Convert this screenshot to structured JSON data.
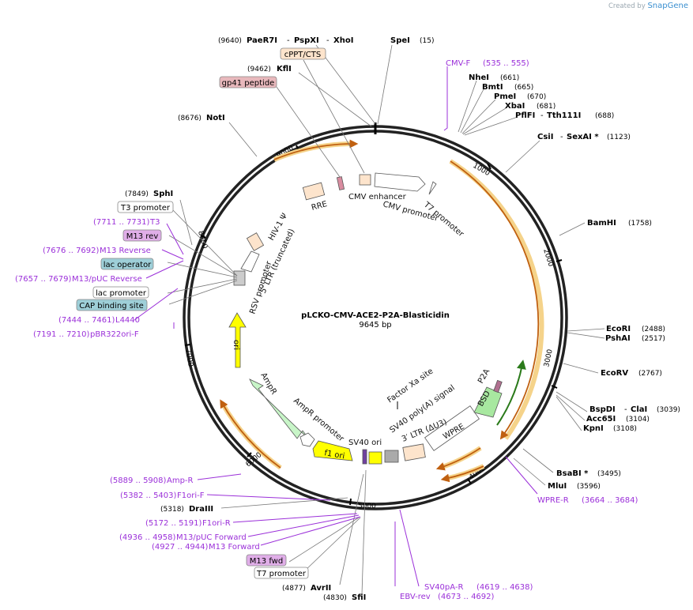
{
  "credit": {
    "prefix": "Created by",
    "brand": "SnapGene"
  },
  "plasmid": {
    "name": "pLCKO-CMV-ACE2-P2A-Blasticidin",
    "size": "9645 bp"
  },
  "ticks": [
    "1000",
    "2000",
    "3000",
    "4000",
    "5000",
    "6000",
    "7000",
    "8000",
    "9000"
  ],
  "sites": {
    "paer7i": "PaeR7I",
    "pspxi": "PspXI",
    "xhoi": "XhoI",
    "coord_9640": "(9640)",
    "spei": "SpeI",
    "coord_15": "(15)",
    "kfli": "KflI",
    "coord_9462": "(9462)",
    "noti": "NotI",
    "coord_8676": "(8676)",
    "nhei": "NheI",
    "coord_661": "(661)",
    "bmti": "BmtI",
    "coord_665": "(665)",
    "pmei": "PmeI",
    "coord_670": "(670)",
    "xbai": "XbaI",
    "coord_681": "(681)",
    "pflfi": "PflFI",
    "tth111i": "Tth111I",
    "coord_688": "(688)",
    "csii": "CsiI",
    "sexai": "SexAI *",
    "coord_1123": "(1123)",
    "bamhi": "BamHI",
    "coord_1758": "(1758)",
    "ecori": "EcoRI",
    "coord_2488": "(2488)",
    "pshai": "PshAI",
    "coord_2517": "(2517)",
    "ecorv": "EcoRV",
    "coord_2767": "(2767)",
    "bspdi": "BspDI",
    "clai": "ClaI",
    "coord_3039": "(3039)",
    "acc65i": "Acc65I",
    "coord_3104": "(3104)",
    "kpni": "KpnI",
    "coord_3108": "(3108)",
    "bsabi": "BsaBI *",
    "coord_3495": "(3495)",
    "mlui": "MluI",
    "coord_3596": "(3596)",
    "sphi": "SphI",
    "coord_7849": "(7849)",
    "draiii": "DraIII",
    "coord_5318": "(5318)",
    "avrii": "AvrII",
    "coord_4877": "(4877)",
    "sfii": "SfiI",
    "coord_4830": "(4830)"
  },
  "primers": {
    "cmvf": "CMV-F",
    "cmvf_range": "(535 .. 555)",
    "t3": "T3",
    "t3_range": "(7711 .. 7731)",
    "m13rev_long": "M13 Reverse",
    "m13rev_range": "(7676 .. 7692)",
    "m13puc_rev": "M13/pUC Reverse",
    "m13puc_rev_range": "(7657 .. 7679)",
    "l4440": "L4440",
    "l4440_range": "(7444 .. 7461)",
    "pbr322": "pBR322ori-F",
    "pbr322_range": "(7191 .. 7210)",
    "ampr": "Amp-R",
    "ampr_range": "(5889 .. 5908)",
    "f1orif": "F1ori-F",
    "f1orif_range": "(5382 .. 5403)",
    "f1orir": "F1ori-R",
    "f1orir_range": "(5172 .. 5191)",
    "m13puc_fwd": "M13/pUC Forward",
    "m13puc_fwd_range": "(4936 .. 4958)",
    "m13fwd_long": "M13 Forward",
    "m13fwd_range": "(4927 .. 4944)",
    "sv40par": "SV40pA-R",
    "sv40par_range": "(4619 .. 4638)",
    "ebvrev": "EBV-rev",
    "ebvrev_range": "(4673 .. 4692)",
    "wprer": "WPRE-R",
    "wprer_range": "(3664 .. 3684)"
  },
  "boxed": {
    "cppt": "cPPT/CTS",
    "gp41": "gp41 peptide",
    "t3promoter": "T3 promoter",
    "m13rev": "M13 rev",
    "lacop": "lac operator",
    "lacpromoter": "lac promoter",
    "cap": "CAP binding site",
    "m13fwd": "M13 fwd",
    "t7promoter": "T7 promoter"
  },
  "features": {
    "cmv_enhancer": "CMV enhancer",
    "cmv_promoter": "CMV promoter",
    "t7_promoter": "T7 promoter",
    "rre": "RRE",
    "hiv_psi": "HIV-1 Ψ",
    "ltr5": "5′ LTR (truncated)",
    "rsv": "RSV promoter",
    "ori": "ori",
    "ampr": "AmpR",
    "ampr_promoter": "AmpR promoter",
    "f1ori": "f1 ori",
    "sv40ori": "SV40 ori",
    "ltr3": "3′ LTR (ΔU3)",
    "sv40pa": "SV40 poly(A) signal",
    "wpre": "WPRE",
    "factor_xa": "Factor Xa site",
    "p2a": "P2A",
    "bsd": "BSD"
  },
  "colors": {
    "primer": "#9b30d9",
    "orf": "#f0a030",
    "ori": "#ffff00",
    "ampr": "#c8f5c8",
    "bsd": "#a8e8a0",
    "cppt_box": "#fde4cc",
    "gp41_box": "#e8b8bc",
    "lac_box": "#9ecfd8",
    "m13_box": "#e0aee8"
  }
}
